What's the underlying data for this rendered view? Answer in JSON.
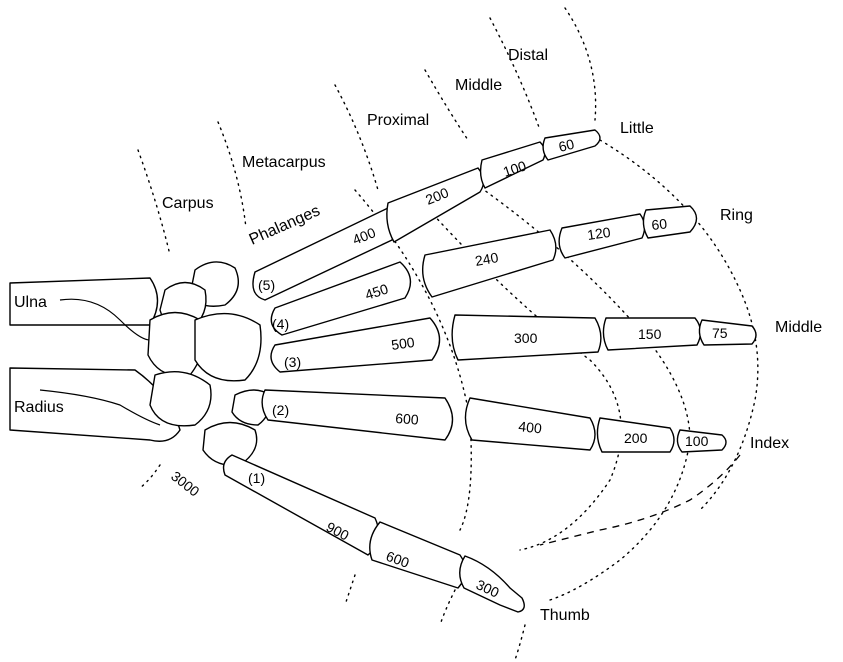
{
  "labels": {
    "distal": "Distal",
    "middle_phalanx": "Middle",
    "proximal": "Proximal",
    "metacarpus": "Metacarpus",
    "carpus": "Carpus",
    "phalanges": "Phalanges",
    "ulna": "Ulna",
    "radius": "Radius",
    "little": "Little",
    "ring": "Ring",
    "middle_finger": "Middle",
    "index": "Index",
    "thumb": "Thumb"
  },
  "metacarpal_numbers": [
    "(1)",
    "(2)",
    "(3)",
    "(4)",
    "(5)"
  ],
  "bone_values": {
    "carpus": "3000",
    "little": [
      "400",
      "200",
      "100",
      "60"
    ],
    "ring": [
      "450",
      "240",
      "120",
      "60"
    ],
    "middle": [
      "500",
      "300",
      "150",
      "75"
    ],
    "index": [
      "600",
      "400",
      "200",
      "100"
    ],
    "thumb": [
      "900",
      "600",
      "300"
    ]
  }
}
